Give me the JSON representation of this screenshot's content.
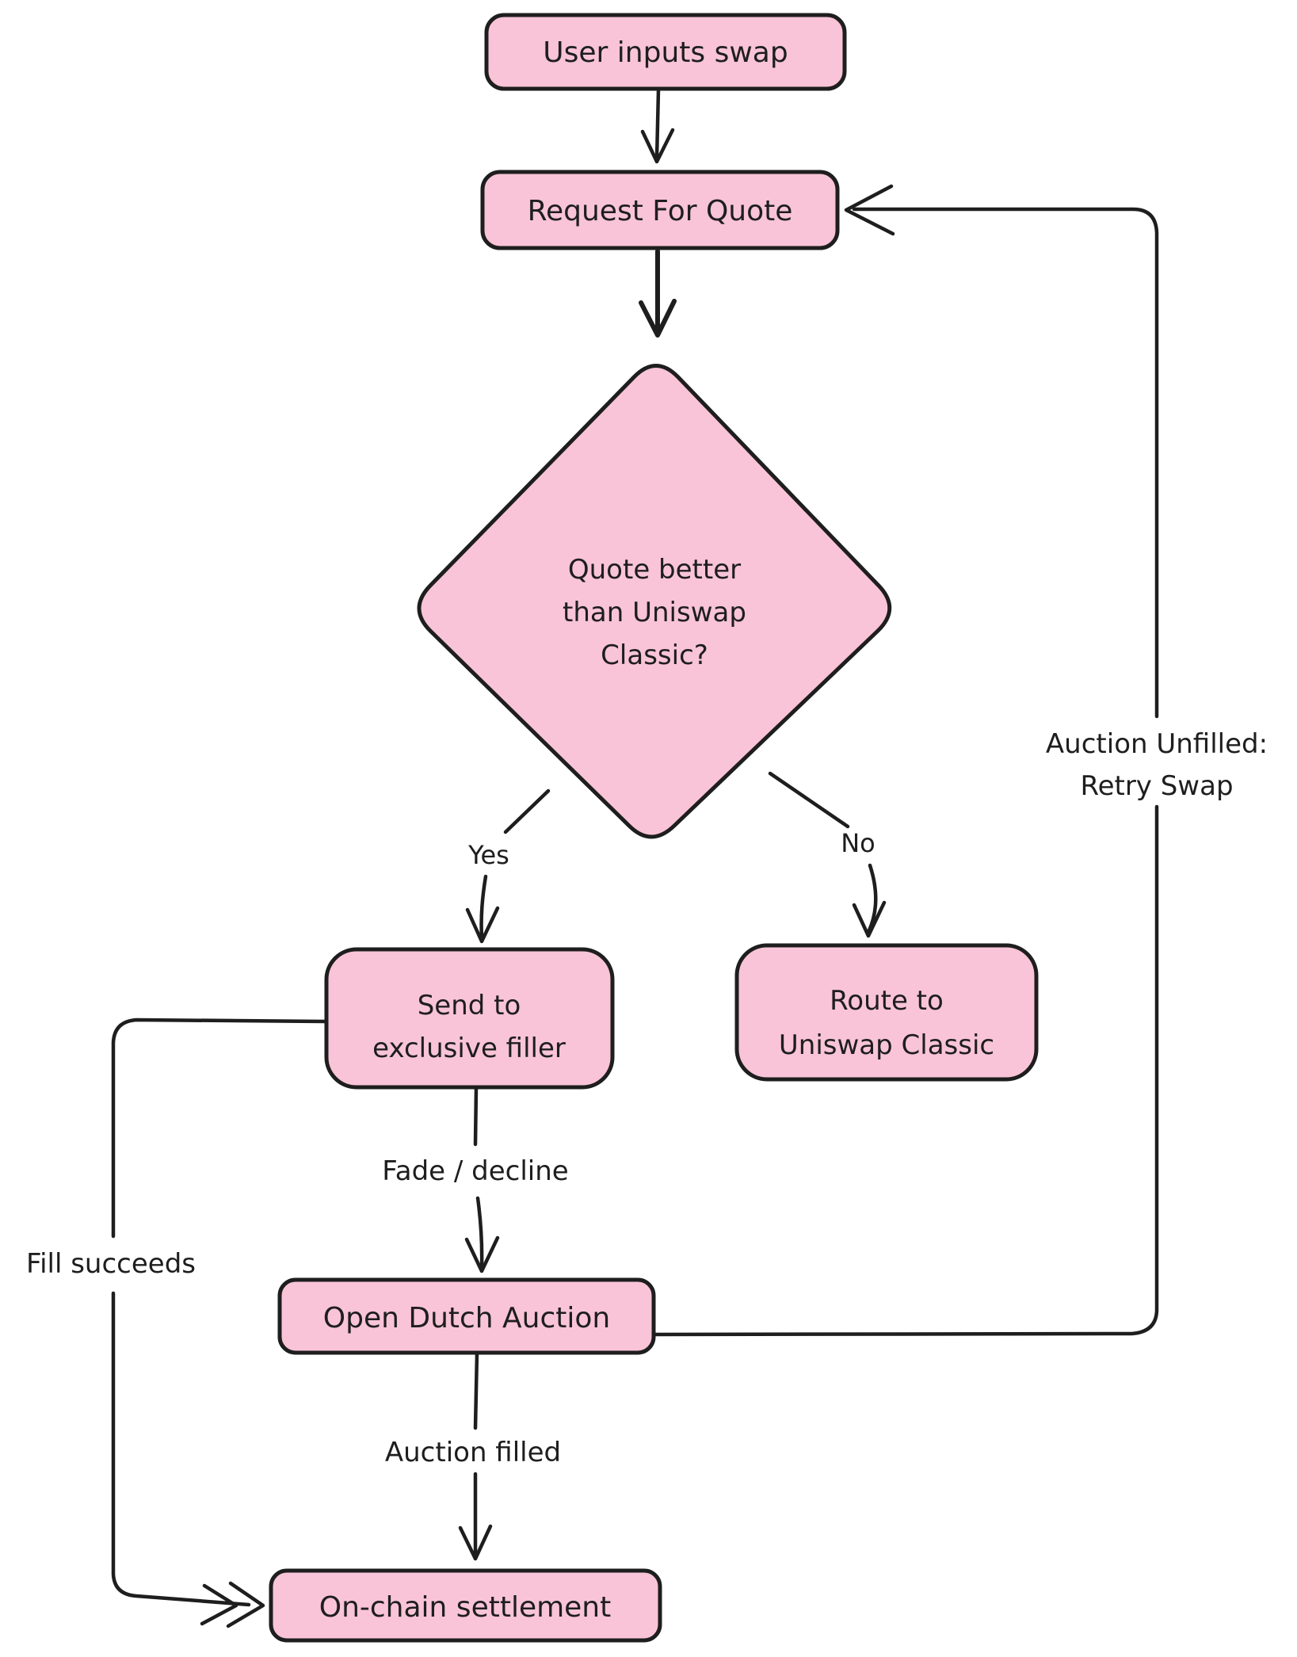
{
  "diagram": {
    "background_color": "#ffffff",
    "node_fill_color": "#f9c4d7",
    "stroke_color": "#1e1e1e",
    "nodes": {
      "user_inputs_swap": {
        "label": "User inputs swap"
      },
      "request_for_quote": {
        "label": "Request For Quote"
      },
      "decision_quote_better": {
        "line1": "Quote better",
        "line2": "than Uniswap",
        "line3": "Classic?"
      },
      "send_to_exclusive_filler": {
        "line1": "Send to",
        "line2": "exclusive filler"
      },
      "route_to_uniswap_classic": {
        "line1": "Route to",
        "line2": "Uniswap Classic"
      },
      "open_dutch_auction": {
        "label": "Open Dutch Auction"
      },
      "on_chain_settlement": {
        "label": "On-chain settlement"
      }
    },
    "edge_labels": {
      "yes": "Yes",
      "no": "No",
      "fade_decline": "Fade / decline",
      "auction_filled": "Auction filled",
      "fill_succeeds": "Fill succeeds",
      "auction_unfilled_line1": "Auction Unfilled:",
      "auction_unfilled_line2": "Retry Swap"
    }
  }
}
